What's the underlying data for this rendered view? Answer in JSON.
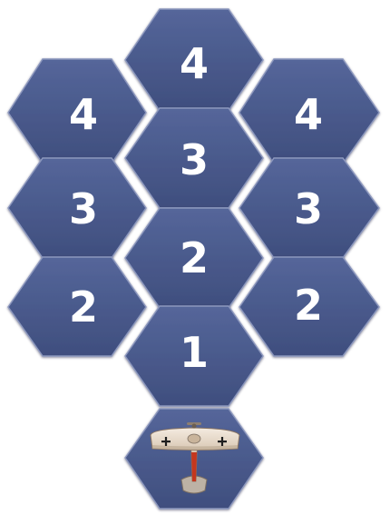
{
  "board": {
    "hex_fill": "#4a5a8a",
    "hex_edge": "#2e3a63",
    "hex_highlight": "#6d7cab",
    "hexes": [
      {
        "id": "top",
        "label": "4"
      },
      {
        "id": "upper-left",
        "label": "4"
      },
      {
        "id": "upper-right",
        "label": "4"
      },
      {
        "id": "upper-center",
        "label": "3"
      },
      {
        "id": "middle-left",
        "label": "3"
      },
      {
        "id": "middle-right",
        "label": "3"
      },
      {
        "id": "center",
        "label": "2"
      },
      {
        "id": "lower-left",
        "label": "2"
      },
      {
        "id": "lower-right",
        "label": "2"
      },
      {
        "id": "lower-center",
        "label": "1"
      },
      {
        "id": "start",
        "label": ""
      }
    ]
  },
  "plane": {
    "icon": "biplane-icon",
    "wing_color": "#e9dccd",
    "tail_color": "#c4371e",
    "emblem": "iron-cross"
  }
}
